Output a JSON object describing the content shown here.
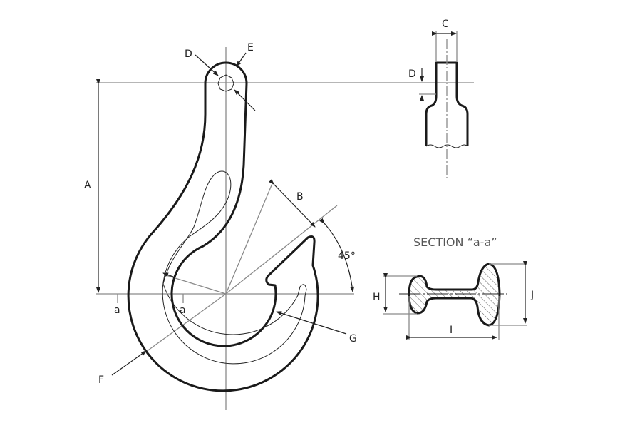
{
  "title": "Hook dimension diagram",
  "labels": {
    "A": "A",
    "B": "B",
    "C": "C",
    "D": "D",
    "D_eye": "D",
    "E": "E",
    "F": "F",
    "G": "G",
    "H": "H",
    "I": "I",
    "J": "J",
    "a_left": "a",
    "a_right": "a",
    "angle": "45°"
  },
  "section_title": "SECTION  “a-a”"
}
